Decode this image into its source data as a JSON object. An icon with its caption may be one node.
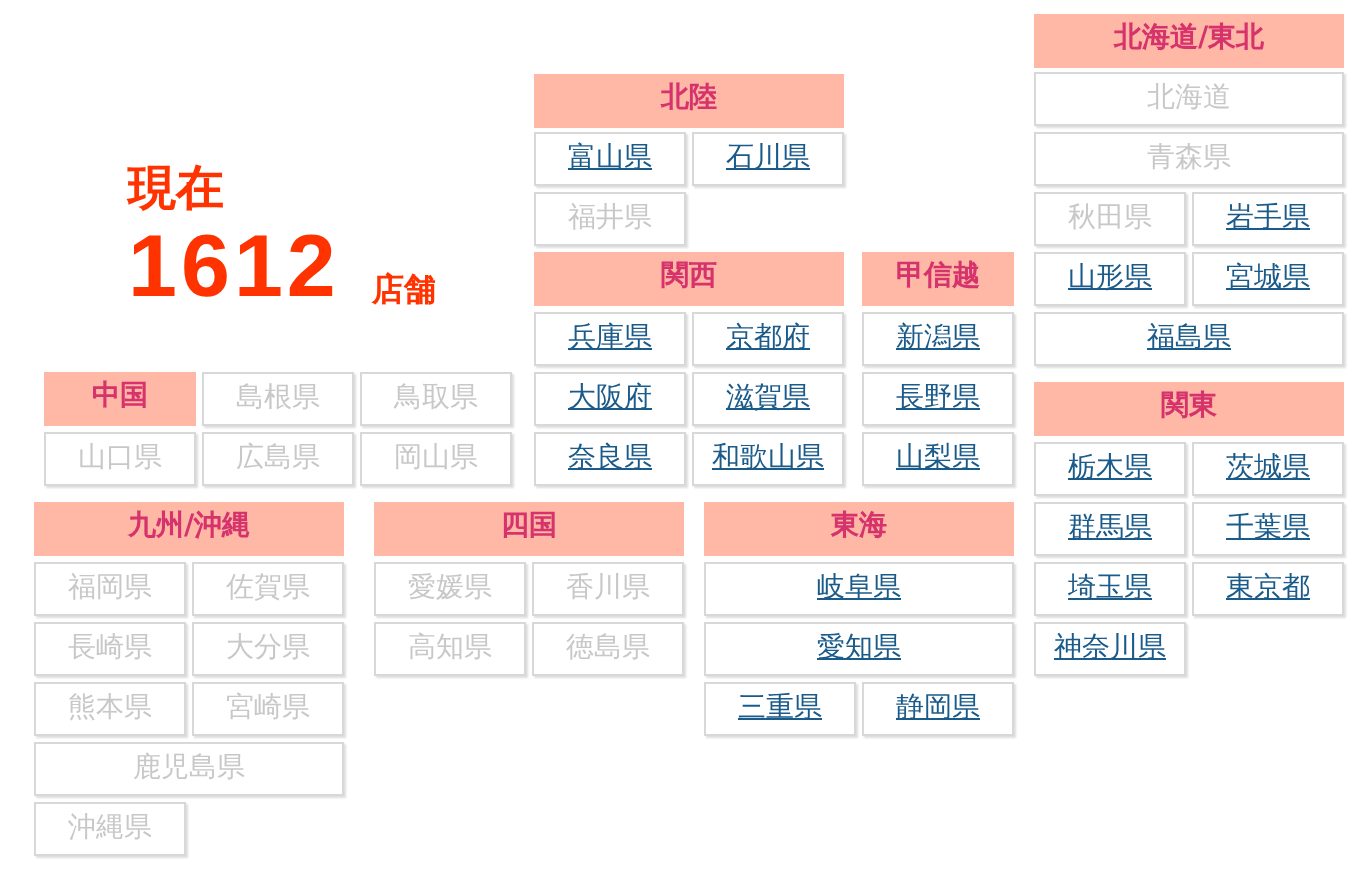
{
  "diagram": {
    "nodes": [
      {
        "text": [
          "北海道/東北"
        ]
      },
      {
        "text": [
          "北海道"
        ]
      },
      {
        "text": [
          "青森県"
        ]
      },
      {
        "text": [
          "秋田県"
        ]
      },
      {
        "text": [
          "岩手県"
        ]
      },
      {
        "text": [
          "山形県"
        ]
      },
      {
        "text": [
          "宮城県"
        ]
      },
      {
        "text": [
          "福島県"
        ]
      },
      {
        "text": [
          "北陸"
        ]
      },
      {
        "text": [
          "富山県"
        ]
      },
      {
        "text": [
          "石川県"
        ]
      },
      {
        "text": [
          "福井県"
        ]
      },
      {
        "text": [
          "関西"
        ]
      },
      {
        "text": [
          "兵庫県"
        ]
      },
      {
        "text": [
          "京都府"
        ]
      },
      {
        "text": [
          "大阪府"
        ]
      },
      {
        "text": [
          "滋賀県"
        ]
      },
      {
        "text": [
          "奈良県"
        ]
      },
      {
        "text": [
          "和歌山県"
        ]
      },
      {
        "text": [
          "甲信越"
        ]
      },
      {
        "text": [
          "新潟県"
        ]
      },
      {
        "text": [
          "長野県"
        ]
      },
      {
        "text": [
          "山梨県"
        ]
      },
      {
        "text": [
          "関東"
        ]
      },
      {
        "text": [
          "栃木県"
        ]
      },
      {
        "text": [
          "茨城県"
        ]
      },
      {
        "text": [
          "群馬県"
        ]
      },
      {
        "text": [
          "千葉県"
        ]
      },
      {
        "text": [
          "埼玉県"
        ]
      },
      {
        "text": [
          "東京都"
        ]
      },
      {
        "text": [
          "神奈川県"
        ]
      },
      {
        "text": [
          "中国"
        ]
      },
      {
        "text": [
          "島根県"
        ]
      },
      {
        "text": [
          "鳥取県"
        ]
      },
      {
        "text": [
          "山口県"
        ]
      },
      {
        "text": [
          "広島県"
        ]
      },
      {
        "text": [
          "岡山県"
        ]
      },
      {
        "text": [
          "九州/沖縄"
        ]
      },
      {
        "text": [
          "福岡県"
        ]
      },
      {
        "text": [
          "佐賀県"
        ]
      },
      {
        "text": [
          "長崎県"
        ]
      },
      {
        "text": [
          "大分県"
        ]
      },
      {
        "text": [
          "熊本県"
        ]
      },
      {
        "text": [
          "宮崎県"
        ]
      },
      {
        "text": [
          "鹿児島県"
        ]
      },
      {
        "text": [
          "沖縄県"
        ]
      },
      {
        "text": [
          "四国"
        ]
      },
      {
        "text": [
          "愛媛県"
        ]
      },
      {
        "text": [
          "香川県"
        ]
      },
      {
        "text": [
          "高知県"
        ]
      },
      {
        "text": [
          "徳島県"
        ]
      },
      {
        "text": [
          "東海"
        ]
      },
      {
        "text": [
          "岐阜県"
        ]
      },
      {
        "text": [
          "愛知県"
        ]
      },
      {
        "text": [
          "三重県"
        ]
      },
      {
        "text": [
          "静岡県"
        ]
      }
    ],
    "labels": [
      "現在",
      "1612",
      "店舗"
    ]
  }
}
